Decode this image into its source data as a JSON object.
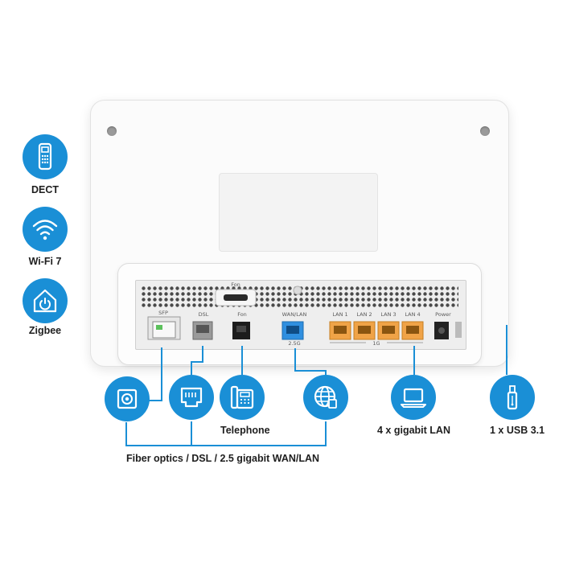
{
  "features": [
    {
      "label": "DECT",
      "icon": "dect-phone-icon"
    },
    {
      "label": "Wi-Fi 7",
      "icon": "wifi-icon"
    },
    {
      "label": "Zigbee",
      "icon": "smart-home-icon"
    }
  ],
  "router": {
    "port_labels": {
      "fon_top": "Fon",
      "sfp": "SFP",
      "dsl": "DSL",
      "fon": "Fon",
      "wan_lan": "WAN/LAN",
      "wan_speed": "2.5G",
      "lan1": "LAN 1",
      "lan2": "LAN 2",
      "lan3": "LAN 3",
      "lan4": "LAN 4",
      "lan_speed": "1G",
      "power": "Power"
    }
  },
  "connections": {
    "telephone_label": "Telephone",
    "wan_group_label": "Fiber optics / DSL / 2.5 gigabit WAN/LAN",
    "lan_label": "4 x gigabit LAN",
    "usb_label": "1 x USB 3.1"
  },
  "colors": {
    "accent": "#1a8fd6",
    "lan_port": "#f0a347",
    "wan_port": "#2f8fe0"
  }
}
